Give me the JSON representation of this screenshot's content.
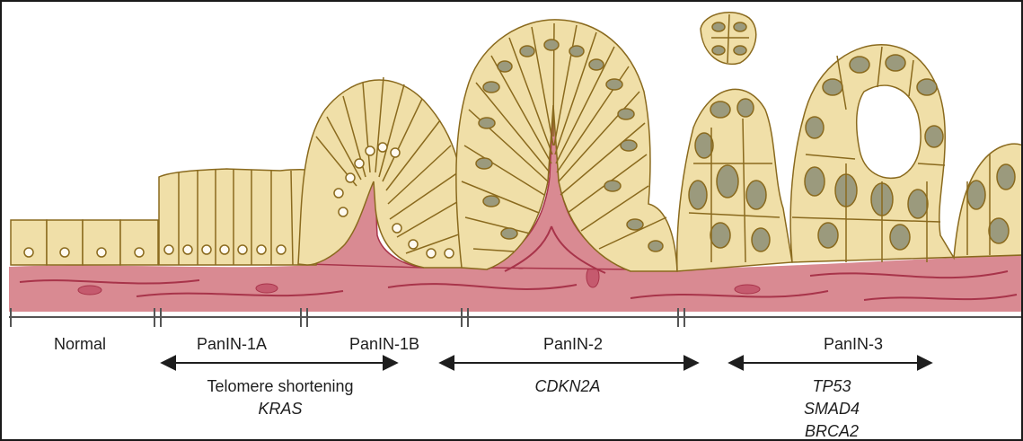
{
  "stages": [
    {
      "id": "normal",
      "label": "Normal"
    },
    {
      "id": "panin-1a",
      "label": "PanIN-1A"
    },
    {
      "id": "panin-1b",
      "label": "PanIN-1B"
    },
    {
      "id": "panin-2",
      "label": "PanIN-2"
    },
    {
      "id": "panin-3",
      "label": "PanIN-3"
    }
  ],
  "alterations": {
    "early": {
      "line1": "Telomere shortening",
      "line2": "KRAS"
    },
    "intermediate": {
      "line1": "CDKN2A"
    },
    "late": {
      "line1": "TP53",
      "line2": "SMAD4",
      "line3": "BRCA2"
    }
  },
  "colors": {
    "stroma": "#d98a92",
    "stroma_fiber": "#a8344a",
    "cell_fill": "#f0dfa8",
    "cell_outline": "#8a6a1e",
    "nucleus_atypical": "#9b9a7d",
    "nucleus_normal": "#fffaf0"
  }
}
